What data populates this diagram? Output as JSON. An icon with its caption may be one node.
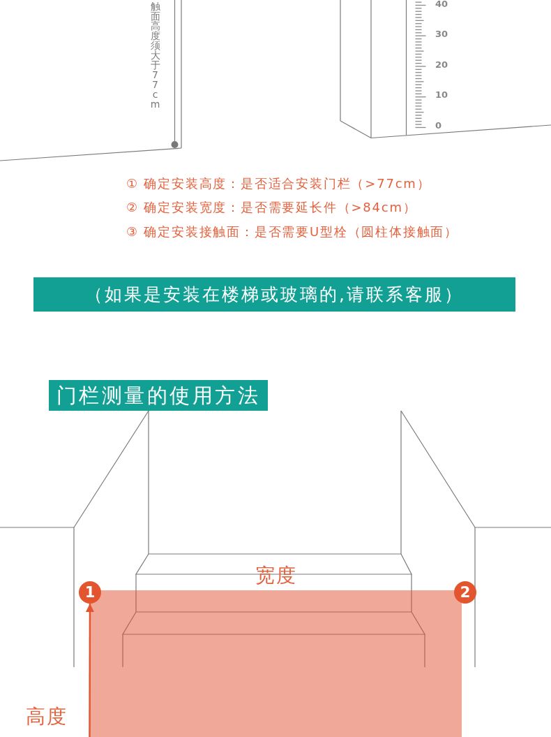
{
  "diagram": {
    "title": "门栏测量的使用方法",
    "nodes": [
      {
        "text": [
          "（如果是安装在楼梯或玻璃的,请联系客服）"
        ]
      },
      {
        "text": [
          "1"
        ]
      },
      {
        "text": [
          "2"
        ]
      }
    ],
    "edges": [
      {
        "from": null,
        "to": 1,
        "arrow": "to"
      }
    ],
    "labels": [
      "触面高度须大于77cm",
      "40",
      "30",
      "20",
      "10",
      "0",
      "① 确定安装高度：是否适合安装门栏（>77cm）",
      "② 确定安装宽度：是否需要延长件（>84cm）",
      "③ 确定安装接触面：是否需要U型栓（圆柱体接触面）",
      "宽度",
      "高度"
    ]
  }
}
